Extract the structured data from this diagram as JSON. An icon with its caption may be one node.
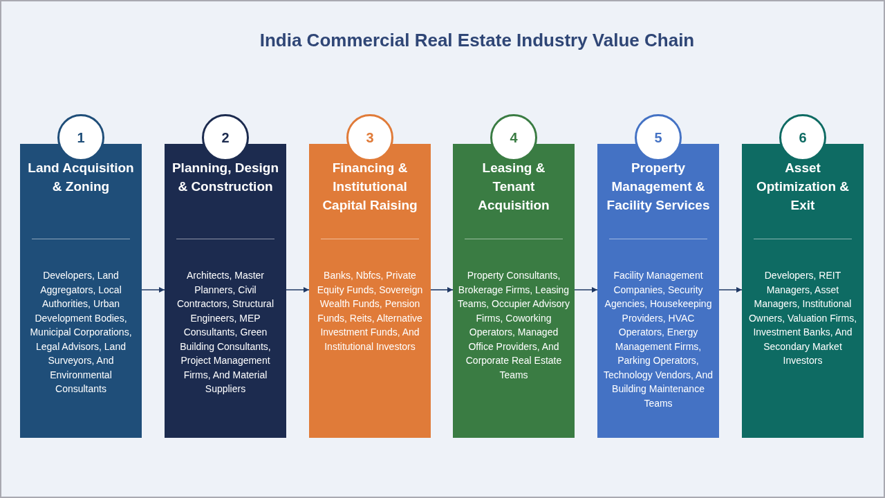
{
  "diagram": {
    "title": "India Commercial Real Estate Industry Value Chain",
    "nodes": [
      {
        "text": [
          "1"
        ]
      },
      {
        "text": [
          "Land Acquisition & Zoning",
          "Developers, Land Aggregators, Local Authorities, Urban Development Bodies, Municipal Corporations, Legal Advisors, Land Surveyors, And Environmental Consultants"
        ]
      },
      {
        "text": [
          "2"
        ]
      },
      {
        "text": [
          "Planning, Design & Construction",
          "Architects, Master Planners, Civil Contractors, Structural Engineers, MEP Consultants, Green Building Consultants, Project Management Firms, And Material Suppliers"
        ]
      },
      {
        "text": [
          "3"
        ]
      },
      {
        "text": [
          "Financing & Institutional Capital Raising",
          "Banks, Nbfcs, Private Equity Funds, Sovereign Wealth Funds, Pension Funds, Reits, Alternative Investment Funds, And Institutional Investors"
        ]
      },
      {
        "text": [
          "4"
        ]
      },
      {
        "text": [
          "Leasing & Tenant Acquisition",
          "Property Consultants, Brokerage Firms, Leasing Teams, Occupier Advisory Firms, Coworking Operators, Managed Office Providers, And Corporate Real Estate Teams"
        ]
      },
      {
        "text": [
          "5"
        ]
      },
      {
        "text": [
          "Property Management & Facility Services",
          "Facility Management Companies, Security Agencies, Housekeeping Providers, HVAC Operators, Energy Management Firms, Parking Operators, Technology Vendors, And Building Maintenance Teams"
        ]
      },
      {
        "text": [
          "6"
        ]
      },
      {
        "text": [
          "Asset Optimization & Exit",
          "Developers, REIT Managers, Asset Managers, Institutional Owners, Valuation Firms, Investment Banks, And Secondary Market Investors"
        ]
      }
    ],
    "edges": [
      {
        "from": 1,
        "to": 3,
        "arrow": "to"
      },
      {
        "from": 3,
        "to": 5,
        "arrow": "to"
      },
      {
        "from": 5,
        "to": 7,
        "arrow": "to"
      },
      {
        "from": 7,
        "to": 9,
        "arrow": "to"
      },
      {
        "from": 9,
        "to": 11,
        "arrow": "to"
      }
    ]
  }
}
